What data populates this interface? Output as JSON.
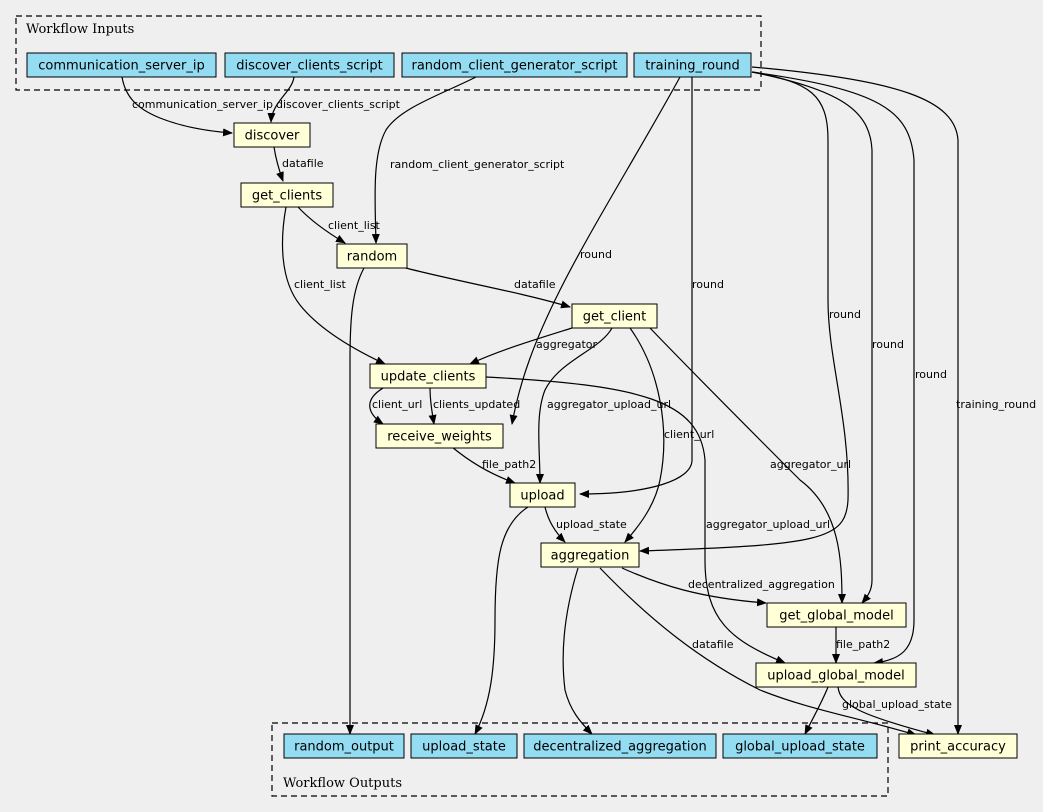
{
  "colors": {
    "input": "#94dcf2",
    "step": "#ffffd8",
    "output": "#94dcf2",
    "background": "#efefef"
  },
  "clusters": {
    "inputs": "Workflow Inputs",
    "outputs": "Workflow Outputs"
  },
  "nodes": {
    "in_comm": "communication_server_ip",
    "in_discover_script": "discover_clients_script",
    "in_random_script": "random_client_generator_script",
    "in_training_round": "training_round",
    "discover": "discover",
    "get_clients": "get_clients",
    "random": "random",
    "get_client": "get_client",
    "update_clients": "update_clients",
    "receive_weights": "receive_weights",
    "upload": "upload",
    "aggregation": "aggregation",
    "get_global_model": "get_global_model",
    "upload_global_model": "upload_global_model",
    "print_accuracy": "print_accuracy",
    "out_random": "random_output",
    "out_upload_state": "upload_state",
    "out_decentralized": "decentralized_aggregation",
    "out_global_upload": "global_upload_state"
  },
  "edges": {
    "e1": "communication_server_ip",
    "e2": "discover_clients_script",
    "e3": "datafile",
    "e4": "random_client_generator_script",
    "e5": "client_list",
    "e6": "round",
    "e7": "round",
    "e8": "client_list",
    "e9": "datafile",
    "e10": "round",
    "e11": "round",
    "e12": "aggregator",
    "e13": "round",
    "e14": "training_round",
    "e15": "client_url",
    "e16": "clients_updated",
    "e17": "aggregator_upload_url",
    "e18": "client_url",
    "e19": "aggregator_url",
    "e20": "file_path2",
    "e21": "upload_state",
    "e22": "aggregator_upload_url",
    "e23": "decentralized_aggregation",
    "e24": "file_path2",
    "e25": "datafile",
    "e26": "global_upload_state"
  }
}
